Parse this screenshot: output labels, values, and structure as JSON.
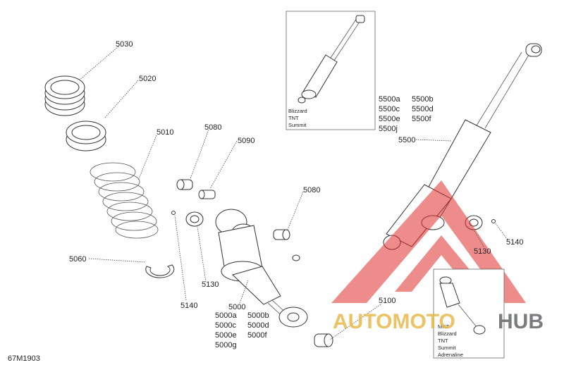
{
  "labels": {
    "p5030": "5030",
    "p5020": "5020",
    "p5010": "5010",
    "p5080a": "5080",
    "p5090": "5090",
    "p5080b": "5080",
    "p5060": "5060",
    "p5140a": "5140",
    "p5130a": "5130",
    "p5000": "5000",
    "p5500": "5500",
    "p5140b": "5140",
    "p5130b": "5130",
    "p5100": "5100",
    "ref": "67M1903"
  },
  "variants_left": [
    [
      "5000a",
      "5000b"
    ],
    [
      "5000c",
      "5000d"
    ],
    [
      "5000e",
      "5000f"
    ],
    [
      "5000g",
      ""
    ]
  ],
  "variants_right": [
    [
      "5500a",
      "5500b"
    ],
    [
      "5500c",
      "5500d"
    ],
    [
      "5500e",
      "5500f"
    ],
    [
      "5500j",
      ""
    ]
  ],
  "inset_top": {
    "models": [
      "Blizzard",
      "TNT",
      "Summit"
    ]
  },
  "inset_bottom": {
    "models": [
      "MXZ",
      "Blizzard",
      "TNT",
      "Summit",
      "Adrenaline"
    ]
  },
  "watermark": {
    "auto": "AUTOMOTO",
    "hub": "HUB",
    "brand_color": "#e02b2b",
    "gold_color": "#e8b84a",
    "gray_color": "#6d6e71"
  }
}
